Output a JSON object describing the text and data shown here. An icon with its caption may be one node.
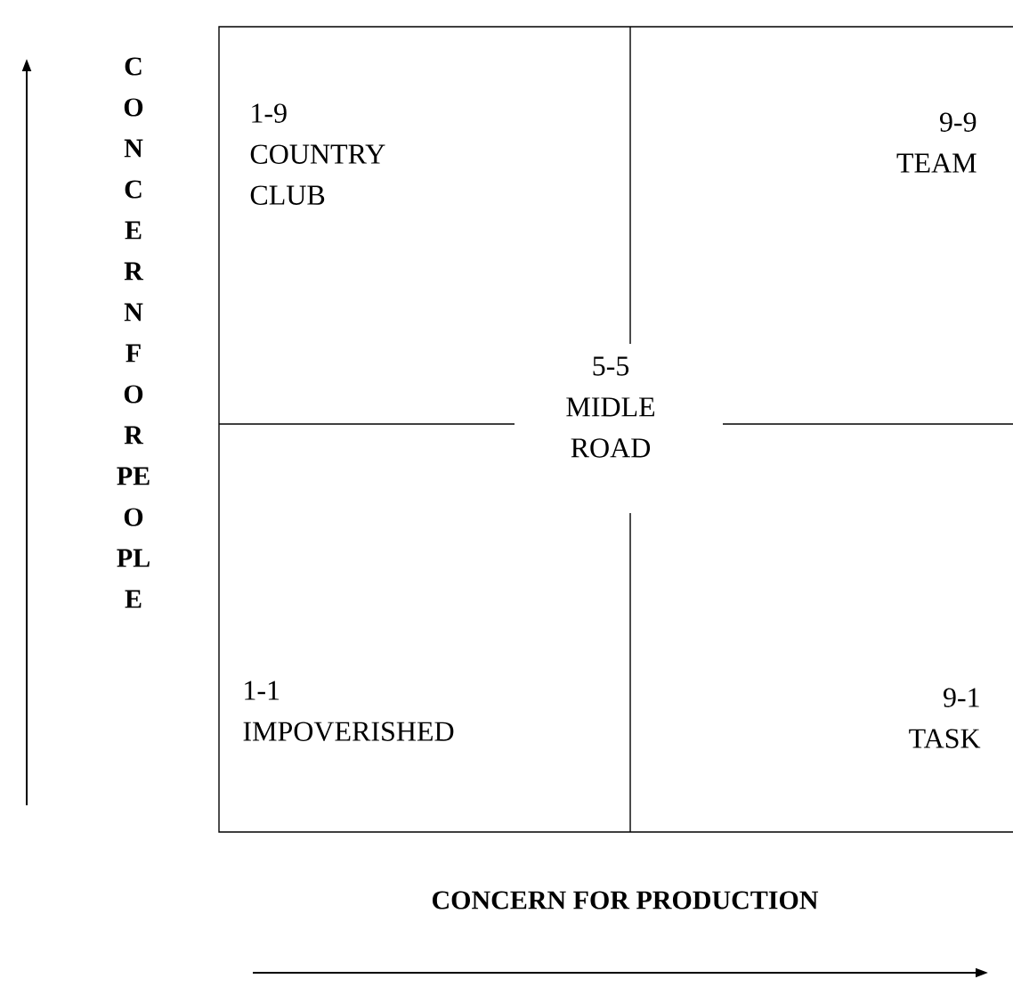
{
  "diagram": {
    "labels": [
      "1-9",
      "COUNTRY CLUB",
      "9-9",
      "TEAM",
      "5-5",
      "MIDLE ROAD",
      "1-1",
      "IMPOVERISHED",
      "9-1",
      "TASK",
      "CONCERN FOR PEOPLE",
      "CONCERN FOR PRODUCTION"
    ]
  }
}
